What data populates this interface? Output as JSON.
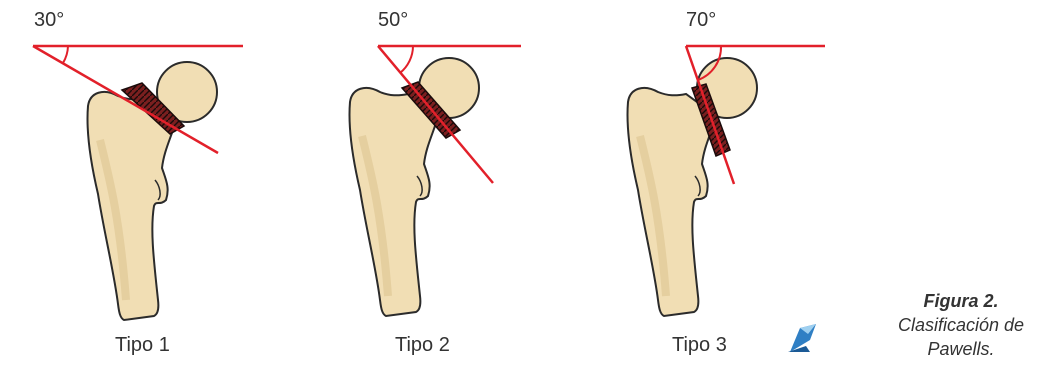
{
  "figure": {
    "panels": [
      {
        "angle_label": "30°",
        "type_label": "Tipo 1",
        "angle_deg": 30
      },
      {
        "angle_label": "50°",
        "type_label": "Tipo 2",
        "angle_deg": 50
      },
      {
        "angle_label": "70°",
        "type_label": "Tipo 3",
        "angle_deg": 70
      }
    ],
    "caption_title": "Figura 2.",
    "caption_text": "Clasificación de Pawells."
  },
  "colors": {
    "line": "#e2202a",
    "bone_fill": "#f1deb4",
    "bone_stroke": "#2b2b2b",
    "fracture": "#7a1f1f",
    "watermark": "#2f7fc4"
  }
}
